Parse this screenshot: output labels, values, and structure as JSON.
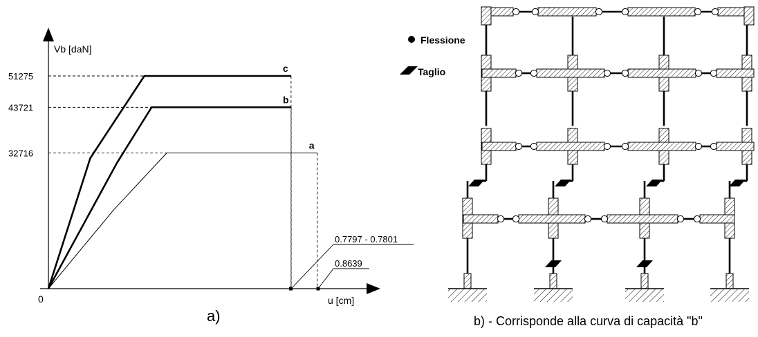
{
  "panel_a": {
    "y_axis_label": "Vb [daN]",
    "x_axis_label": "u [cm]",
    "origin_label": "0",
    "caption": "a)",
    "y_ticks": [
      {
        "label": "51275",
        "value": 51275
      },
      {
        "label": "43721",
        "value": 43721
      },
      {
        "label": "32716",
        "value": 32716
      }
    ],
    "displacement_labels": [
      "0.7797 - 0.7801",
      "0.8639"
    ]
  },
  "chart_data": {
    "type": "line",
    "ylabel": "Vb [daN]",
    "xlabel": "u [cm]",
    "series": [
      {
        "name": "c",
        "points": [
          [
            0,
            0
          ],
          [
            0.1345,
            31466
          ],
          [
            0.3082,
            51275
          ],
          [
            0.7797,
            51275
          ]
        ]
      },
      {
        "name": "b",
        "points": [
          [
            0,
            0
          ],
          [
            0.22,
            30288
          ],
          [
            0.3316,
            43721
          ],
          [
            0.7801,
            43721
          ]
        ]
      },
      {
        "name": "a",
        "points": [
          [
            0,
            0
          ],
          [
            0.2087,
            18911
          ],
          [
            0.3802,
            32716
          ],
          [
            0.8639,
            32716
          ]
        ]
      }
    ]
  },
  "panel_b": {
    "legend": {
      "flexure": "Flessione",
      "shear": "Taglio"
    },
    "caption": "b) - Corrisponde alla curva di capacità \"b\""
  },
  "colors": {
    "ink": "#000000",
    "hatch_fill": "#ffffff"
  }
}
